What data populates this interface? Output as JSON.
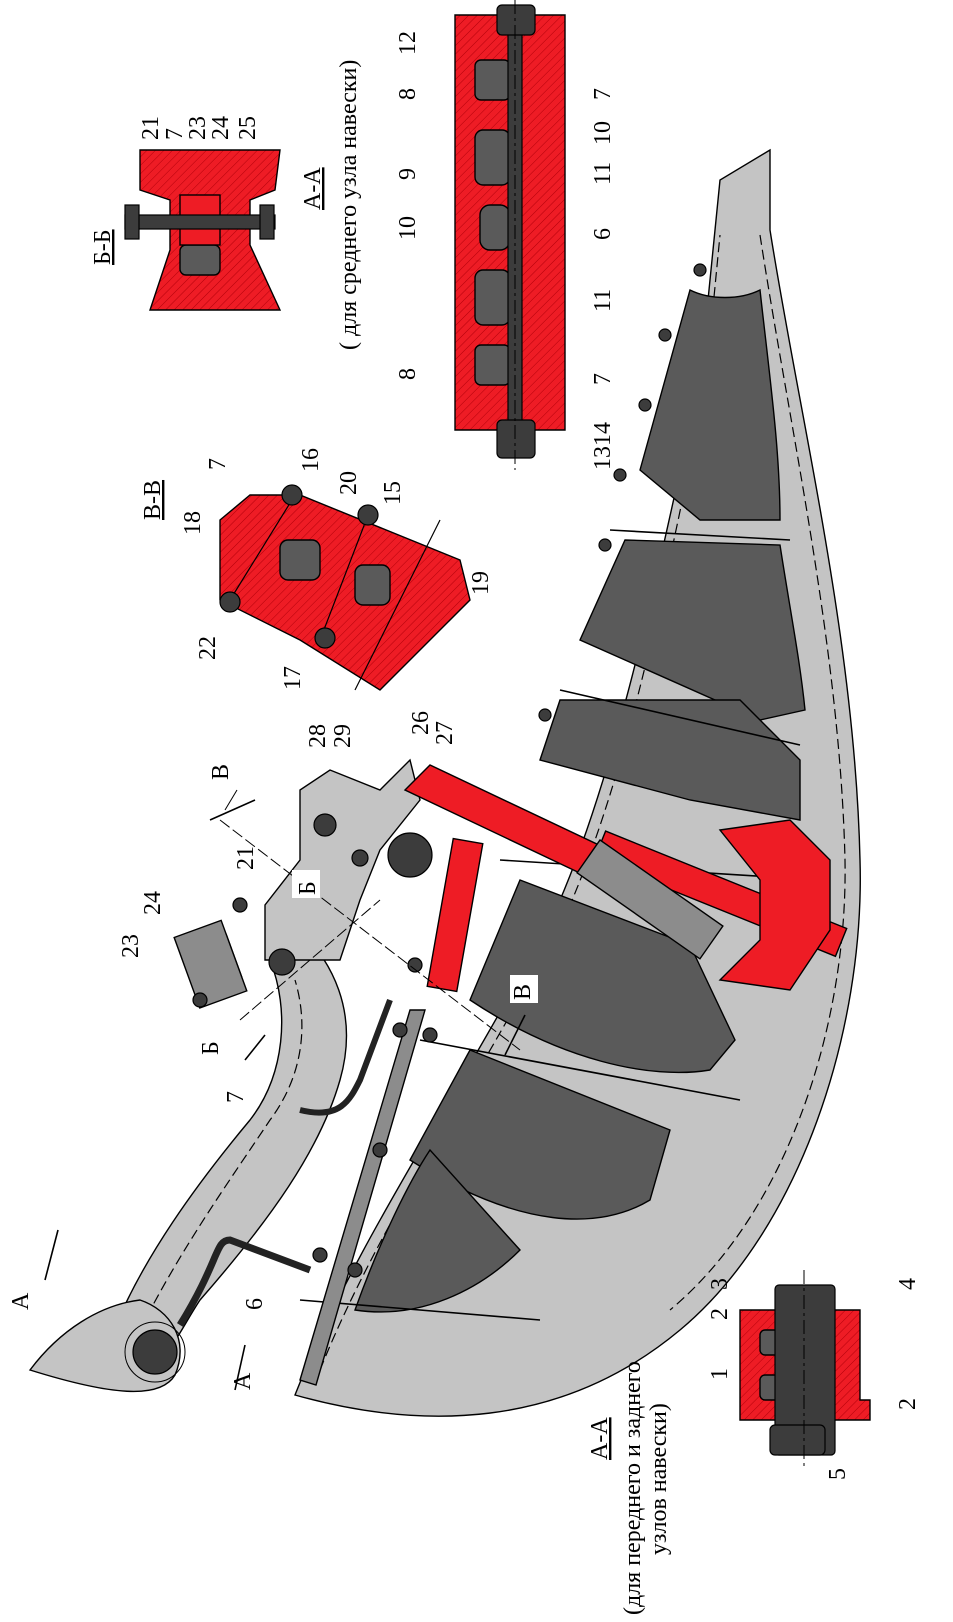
{
  "views": {
    "aa_middle": {
      "title": "А-А",
      "caption": "( для среднего узла навески)",
      "labels": {
        "l12": "12",
        "l8a": "8",
        "l7a": "7",
        "l9": "9",
        "l10a": "10",
        "l11a": "11",
        "l10b": "10",
        "l6a": "6",
        "l11b": "11",
        "l8b": "8",
        "l7b": "7",
        "l1314": "1314"
      }
    },
    "bb": {
      "title": "Б-Б",
      "labels": {
        "l21": "21",
        "l7": "7",
        "l23": "23",
        "l24": "24",
        "l25": "25"
      }
    },
    "vv": {
      "title": "В-В",
      "labels": {
        "l18": "18",
        "l7": "7",
        "l16": "16",
        "l20": "20",
        "l15": "15",
        "l22": "22",
        "l17": "17",
        "l19": "19"
      }
    },
    "aa_front": {
      "title": "А-А",
      "caption": "(для переднего и заднего",
      "caption2": "узлов навески)",
      "labels": {
        "l1": "1",
        "l2a": "2",
        "l3": "3",
        "l4": "4",
        "l2b": "2",
        "l5": "5"
      }
    },
    "main": {
      "labels": {
        "l28": "28",
        "l29": "29",
        "l26": "26",
        "l27": "27",
        "lB1": "В",
        "lB2": "В",
        "l21": "21",
        "l24": "24",
        "l23": "23",
        "lBb1": "Б",
        "lBb2": "Б",
        "l7": "7",
        "lA1": "А",
        "lA2": "А",
        "l6": "6"
      }
    }
  }
}
